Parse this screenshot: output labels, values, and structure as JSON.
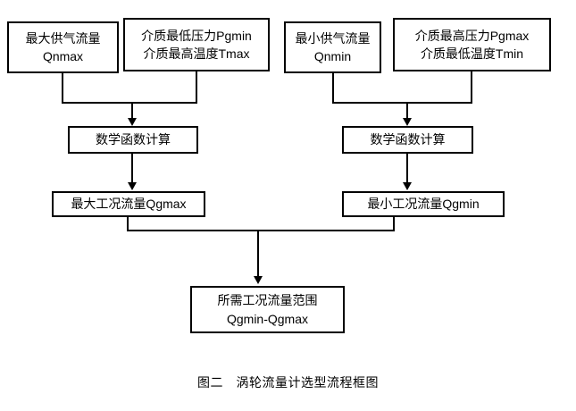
{
  "diagram": {
    "caption": "图二　涡轮流量计选型流程框图",
    "colors": {
      "stroke": "#000000",
      "background": "#ffffff",
      "text": "#000000"
    },
    "nodes": {
      "max_supply_flow": {
        "line1": "最大供气流量",
        "line2": "Qnmax"
      },
      "min_pressure_max_temp": {
        "line1": "介质最低压力Pgmin",
        "line2": "介质最高温度Tmax"
      },
      "min_supply_flow": {
        "line1": "最小供气流量",
        "line2": "Qnmin"
      },
      "max_pressure_min_temp": {
        "line1": "介质最高压力Pgmax",
        "line2": "介质最低温度Tmin"
      },
      "math_calc_left": {
        "line1": "数学函数计算"
      },
      "math_calc_right": {
        "line1": "数学函数计算"
      },
      "max_working_flow": {
        "line1": "最大工况流量Qgmax"
      },
      "min_working_flow": {
        "line1": "最小工况流量Qgmin"
      },
      "required_range": {
        "line1": "所需工况流量范围",
        "line2": "Qgmin-Qgmax"
      }
    }
  }
}
